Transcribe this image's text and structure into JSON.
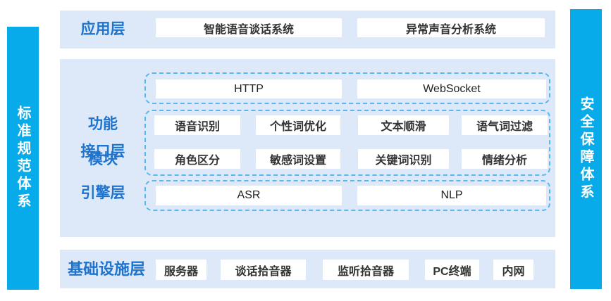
{
  "colors": {
    "accent_bar": "#08ABE9",
    "panel_bg": "#DDE8F8",
    "label_blue": "#1E74CC",
    "dashed_border": "#56B8EC",
    "box_bg": "#FFFFFF",
    "box_text": "#333333"
  },
  "left_bar": {
    "label": "标准规范体系"
  },
  "right_bar": {
    "label": "安全保障体系"
  },
  "application_layer": {
    "label": "应用层",
    "items": [
      "智能语音谈话系统",
      "异常声音分析系统"
    ]
  },
  "interface_layer": {
    "label": "接口层",
    "items": [
      "HTTP",
      "WebSocket"
    ]
  },
  "function_modules": {
    "label_line1": "功能",
    "label_line2": "模块",
    "rows": [
      [
        "语音识别",
        "个性词优化",
        "文本顺滑",
        "语气词过滤"
      ],
      [
        "角色区分",
        "敏感词设置",
        "关键词识别",
        "情绪分析"
      ]
    ]
  },
  "engine_layer": {
    "label": "引擎层",
    "items": [
      "ASR",
      "NLP"
    ]
  },
  "infrastructure_layer": {
    "label": "基础设施层",
    "items": [
      "服务器",
      "谈话拾音器",
      "监听拾音器",
      "PC终端",
      "内网"
    ]
  }
}
